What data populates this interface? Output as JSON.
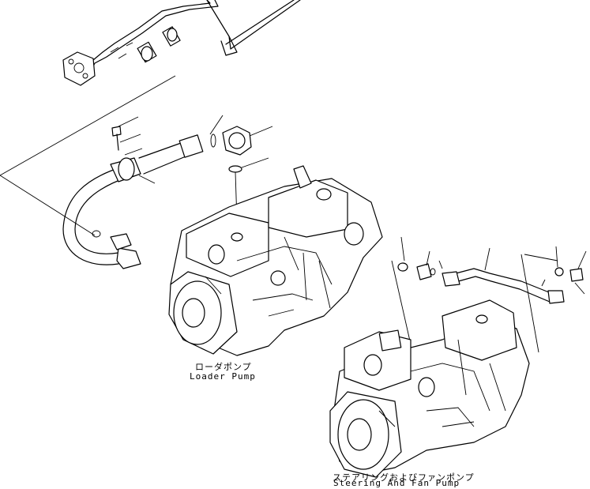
{
  "labels": {
    "loader_jp": "ローダポンプ",
    "loader_en": "Loader Pump",
    "steer_jp": "ステアリングおよびファンポンプ",
    "steer_en": "Steering And Fan Pump"
  }
}
